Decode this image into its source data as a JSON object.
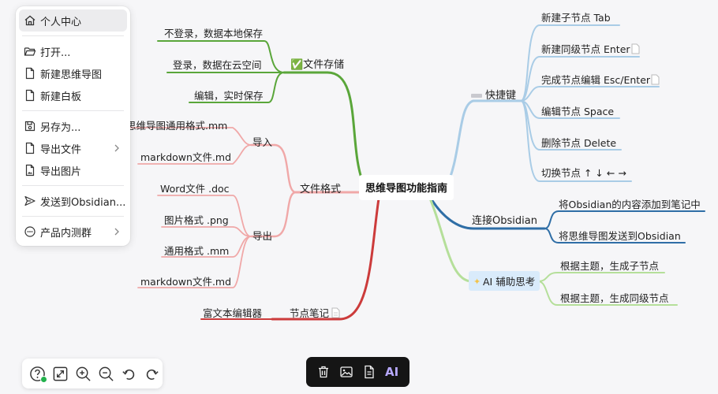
{
  "menu": {
    "items": [
      {
        "label": "个人中心"
      },
      {
        "label": "打开..."
      },
      {
        "label": "新建思维导图"
      },
      {
        "label": "新建白板"
      },
      {
        "label": "另存为..."
      },
      {
        "label": "导出文件"
      },
      {
        "label": "导出图片"
      },
      {
        "label": "发送到Obsidian..."
      },
      {
        "label": "产品内测群"
      }
    ]
  },
  "mindmap": {
    "root": "思维导图功能指南",
    "storage": {
      "label": "✅文件存储",
      "children": [
        "不登录，数据本地保存",
        "登录，数据在云空间",
        "编辑，实时保存"
      ]
    },
    "format": {
      "label": "文件格式",
      "import": {
        "label": "导入",
        "children": [
          "思维导图通用格式.mm",
          "markdown文件.md"
        ]
      },
      "export": {
        "label": "导出",
        "children": [
          "Word文件 .doc",
          "图片格式 .png",
          "通用格式 .mm",
          "markdown文件.md"
        ]
      }
    },
    "notes": {
      "label": "节点笔记",
      "children": [
        "富文本编辑器"
      ]
    },
    "shortcuts": {
      "label": "快捷键",
      "children": [
        "新建子节点 Tab",
        "新建同级节点 Enter",
        "完成节点编辑 Esc/Enter",
        "编辑节点 Space",
        "删除节点 Delete",
        "切换节点 ↑ ↓ ← →"
      ]
    },
    "obsidian": {
      "label": "连接Obsidian",
      "children": [
        "将Obsidian的内容添加到笔记中",
        "将思维导图发送到Obsidian"
      ]
    },
    "ai": {
      "label": "AI 辅助思考",
      "children": [
        "根据主题，生成子节点",
        "根据主题，生成同级节点"
      ]
    }
  },
  "darkbar": {
    "ai_label": "AI"
  },
  "colors": {
    "green": "#5aa63a",
    "pink": "#f0a8a8",
    "red": "#cc3b3b",
    "lightblue": "#a9cce6",
    "darkblue": "#2f6ea6",
    "lightgreen": "#b5df9a"
  }
}
